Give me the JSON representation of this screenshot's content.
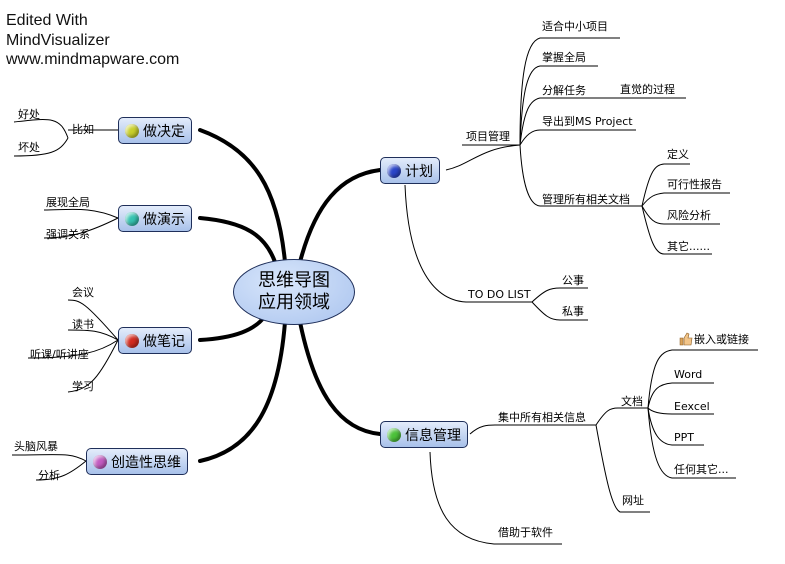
{
  "watermark": {
    "line1": "Edited With",
    "line2": "MindVisualizer",
    "line3": "www.mindmapware.com"
  },
  "central": {
    "line1": "思维导图",
    "line2": "应用领域"
  },
  "main_topics": {
    "decide": {
      "label": "做决定",
      "bullet_color": "#c8cf2a"
    },
    "present": {
      "label": "做演示",
      "bullet_color": "#35c2b0"
    },
    "notes": {
      "label": "做笔记",
      "bullet_color": "#d22a1f"
    },
    "creative": {
      "label": "创造性思维",
      "bullet_color": "#c25bc0"
    },
    "plan": {
      "label": "计划",
      "bullet_color": "#2a45c8"
    },
    "info": {
      "label": "信息管理",
      "bullet_color": "#4cc23a"
    }
  },
  "decide": {
    "bihru": "比如",
    "good": "好处",
    "bad": "坏处"
  },
  "present": {
    "overview": "展现全局",
    "relation": "强调关系"
  },
  "notes": {
    "meeting": "会议",
    "reading": "读书",
    "lecture": "听课/听讲座",
    "study": "学习"
  },
  "creative": {
    "brainstorm": "头脑风暴",
    "analysis": "分析"
  },
  "plan": {
    "project_mgmt": "项目管理",
    "small_projects": "适合中小项目",
    "overall": "掌握全局",
    "breakdown": "分解任务",
    "intuitive": "直觉的过程",
    "export": "导出到MS Project",
    "manage_docs": "管理所有相关文档",
    "definition": "定义",
    "feasibility": "可行性报告",
    "risk": "风险分析",
    "other": "其它......",
    "todo": "TO DO LIST",
    "work": "公事",
    "private": "私事"
  },
  "info": {
    "centralize": "集中所有相关信息",
    "documents": "文档",
    "embed": "嵌入或链接",
    "word": "Word",
    "excel": "Eexcel",
    "ppt": "PPT",
    "any_other": "任何其它...",
    "website": "网址",
    "software": "借助于软件"
  }
}
